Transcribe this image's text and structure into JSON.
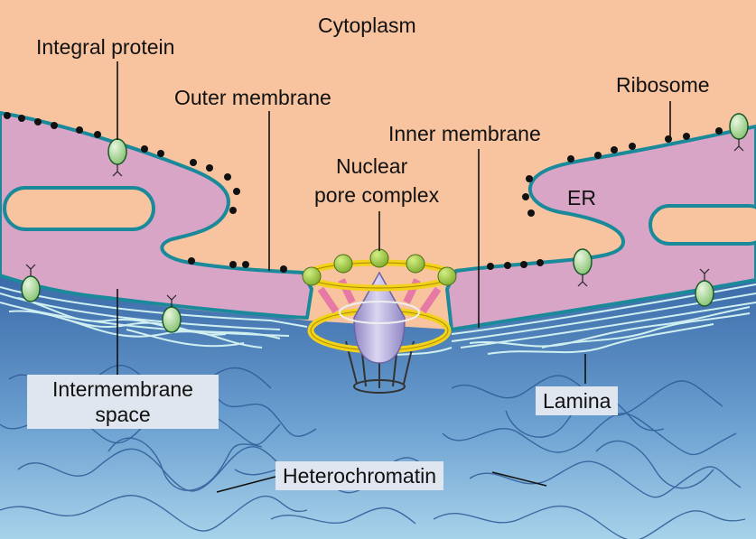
{
  "labels": {
    "cytoplasm": "Cytoplasm",
    "integral_protein": "Integral protein",
    "outer_membrane": "Outer membrane",
    "ribosome": "Ribosome",
    "inner_membrane": "Inner membrane",
    "nuclear_pore_line1": "Nuclear",
    "nuclear_pore_line2": "pore complex",
    "er": "ER",
    "intermembrane_line1": "Intermembrane",
    "intermembrane_line2": "space",
    "lamina": "Lamina",
    "heterochromatin": "Heterochromatin"
  },
  "colors": {
    "cytoplasm": "#f8c49f",
    "membrane_lumen": "#d9a5c6",
    "membrane_outline": "#1a8a9a",
    "nucleoplasm_top": "#3b6aa8",
    "nucleoplasm_bottom": "#8fc0e2",
    "lamina_fibers": "#cfeff0",
    "pore_ring": "#f3d21a",
    "pore_knob": "#9cc83a",
    "pore_core": "#b7aed8",
    "protein": "#a9d7a0",
    "ribosome": "#111111"
  }
}
